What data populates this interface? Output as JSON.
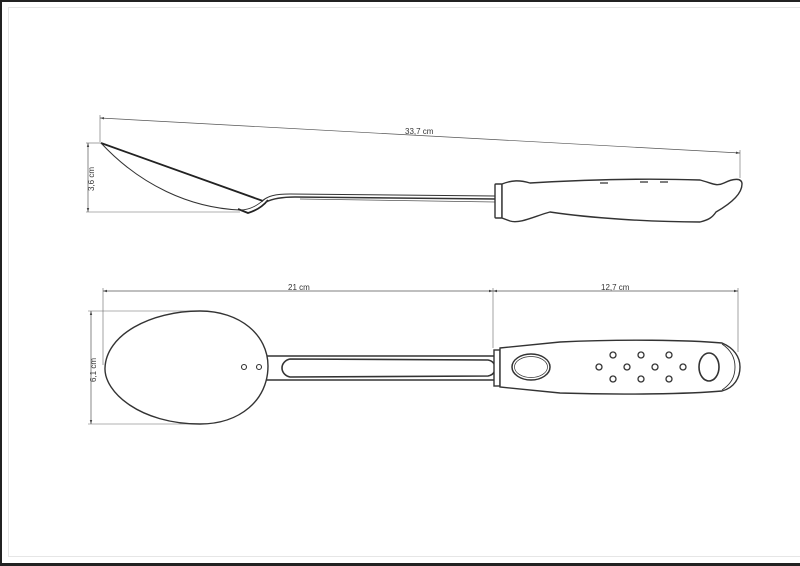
{
  "drawing": {
    "subject": "spoon technical drawing",
    "side_view": {
      "overall_length_label": "33,7 cm",
      "bowl_depth_label": "3,6 cm"
    },
    "top_view": {
      "head_length_label": "21 cm",
      "handle_length_label": "12,7 cm",
      "bowl_width_label": "6,1 cm",
      "bowl_holes": 2,
      "handle_grip_holes": 10
    },
    "colors": {
      "line": "#333333",
      "background": "#ffffff",
      "frame": "#222222"
    }
  }
}
